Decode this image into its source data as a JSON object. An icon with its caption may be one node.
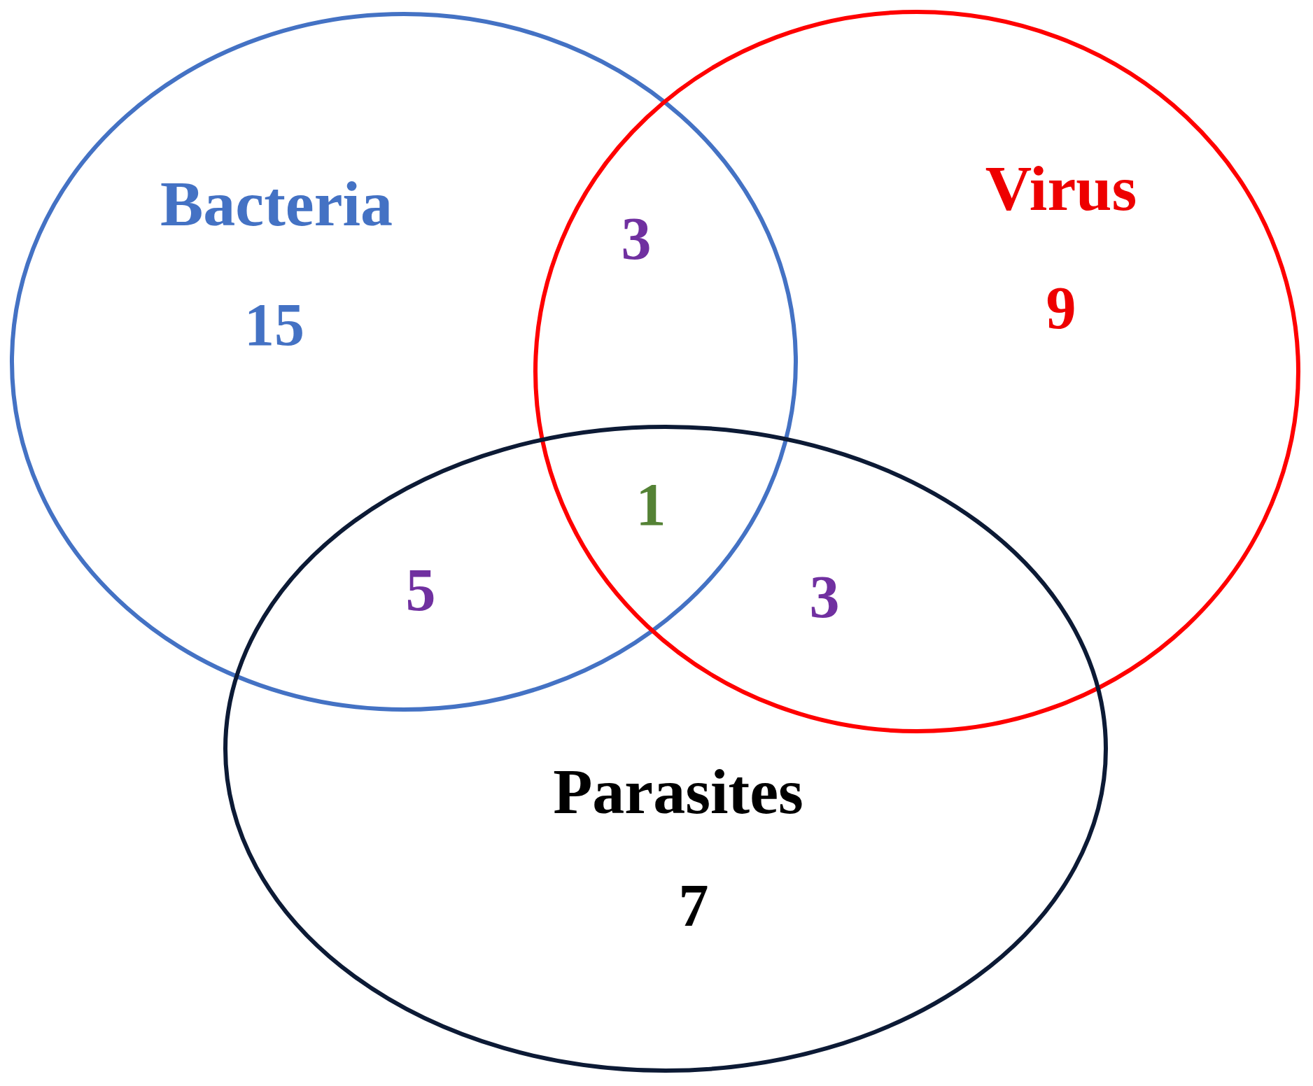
{
  "diagram": {
    "nodes": [
      {
        "text": [
          "Bacteria",
          "15"
        ]
      },
      {
        "text": [
          "Virus",
          "9"
        ]
      },
      {
        "text": [
          "Parasites",
          "7"
        ]
      }
    ],
    "labels": [
      "3",
      "1",
      "5",
      "3"
    ]
  }
}
